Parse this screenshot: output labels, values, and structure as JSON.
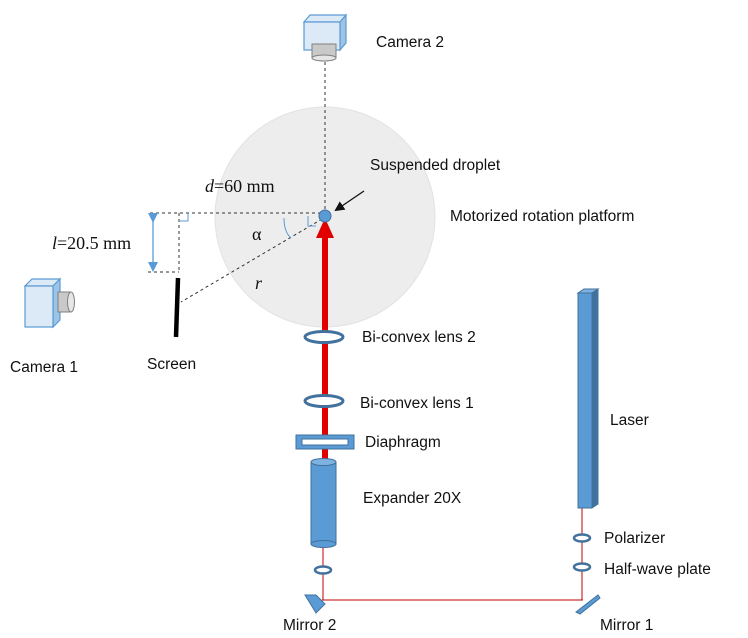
{
  "labels": {
    "camera2": "Camera 2",
    "camera1": "Camera 1",
    "suspended_droplet": "Suspended droplet",
    "motorized_platform": "Motorized rotation platform",
    "screen": "Screen",
    "lens2": "Bi-convex lens 2",
    "lens1": "Bi-convex lens 1",
    "diaphragm": "Diaphragm",
    "expander": "Expander 20X",
    "laser": "Laser",
    "polarizer": "Polarizer",
    "half_wave_plate": "Half-wave plate",
    "mirror2": "Mirror 2",
    "mirror1": "Mirror 1",
    "d_symbol": "d",
    "d_value": "=60 mm",
    "l_symbol": "l",
    "l_value": "=20.5 mm",
    "alpha": "α",
    "r_symbol": "r"
  },
  "colors": {
    "component_blue": "#5B9BD5",
    "component_border": "#41719C",
    "beam_red": "#E00000",
    "thin_beam": "#C00000",
    "platform_gray": "#EDEDED",
    "screen_black": "#000000",
    "camera_face": "#D9E7F5"
  }
}
